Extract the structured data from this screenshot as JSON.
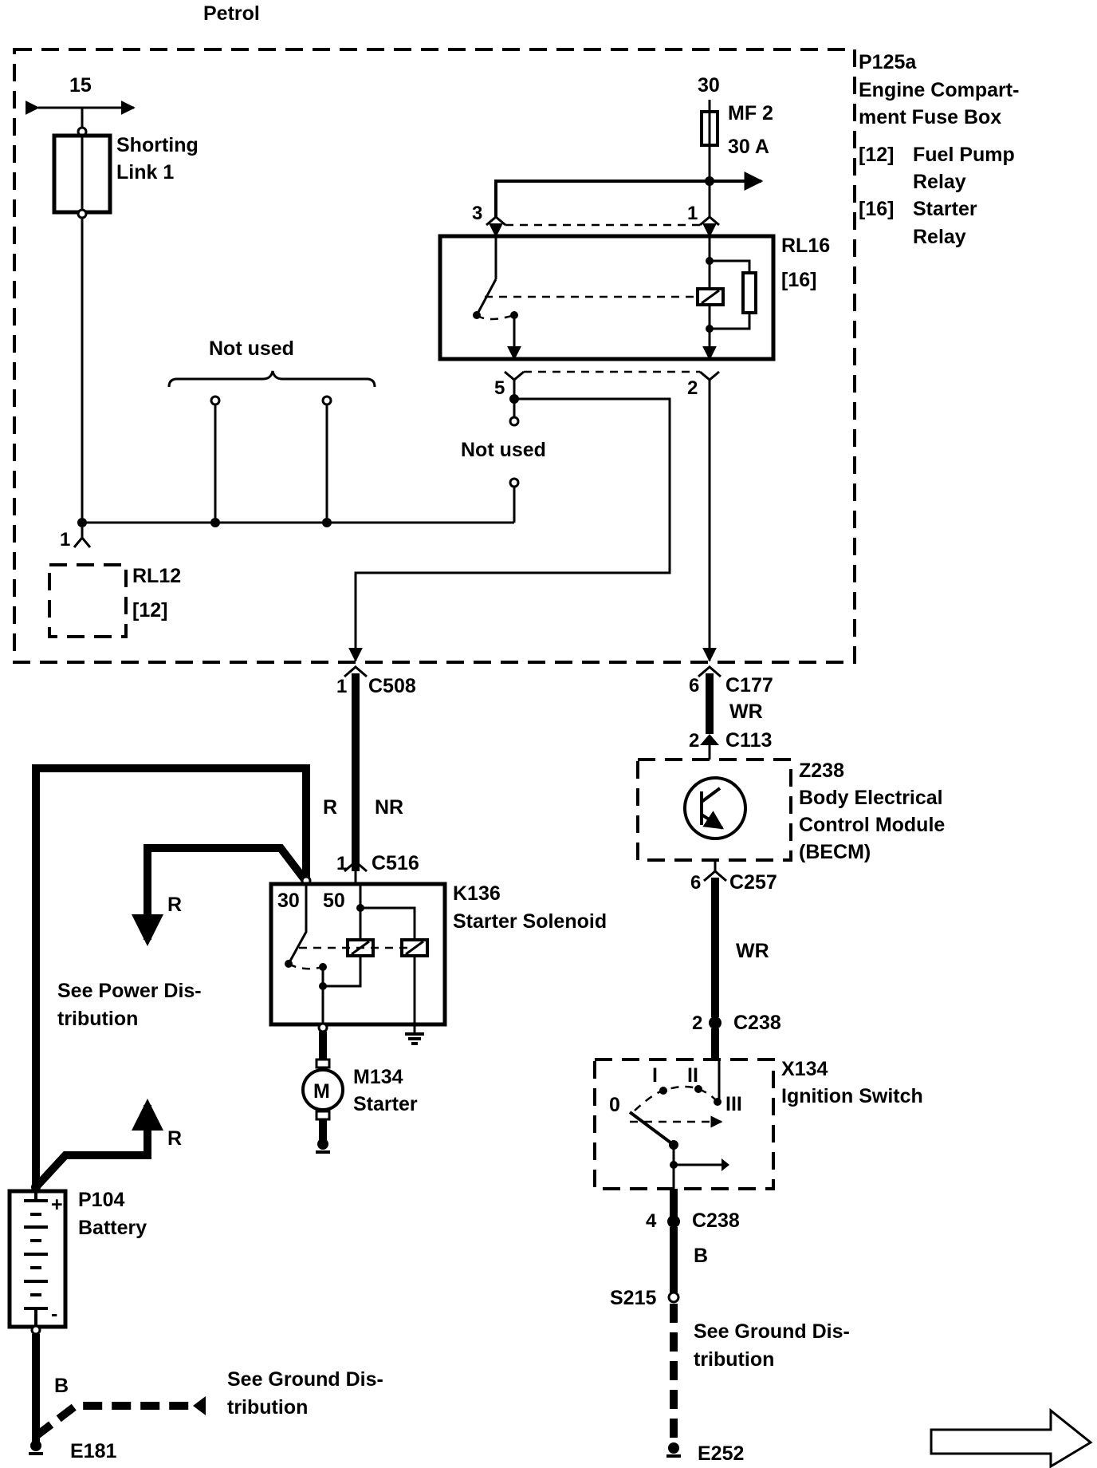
{
  "header": {
    "title": "Petrol"
  },
  "fuse_box": {
    "ref": "P125a",
    "name_line1": "Engine Compart-",
    "name_line2": "ment Fuse Box",
    "legend": [
      {
        "key": "[12]",
        "line1": "Fuel Pump",
        "line2": "Relay"
      },
      {
        "key": "[16]",
        "line1": "Starter",
        "line2": "Relay"
      }
    ]
  },
  "terminal_15": "15",
  "terminal_30": "30",
  "shorting_link": {
    "line1": "Shorting",
    "line2": "Link 1"
  },
  "fuse": {
    "name": "MF 2",
    "rating": "30 A"
  },
  "rl16": {
    "name": "RL16",
    "tag": "[16]",
    "pin3": "3",
    "pin1": "1",
    "pin5": "5",
    "pin2": "2"
  },
  "rl12": {
    "name": "RL12",
    "tag": "[12]",
    "pin1": "1"
  },
  "not_used_1": "Not used",
  "not_used_2": "Not used",
  "connectors": {
    "c508": {
      "pin": "1",
      "name": "C508"
    },
    "c177": {
      "pin": "6",
      "name": "C177"
    },
    "c113": {
      "pin": "2",
      "name": "C113"
    },
    "c516": {
      "pin": "1",
      "name": "C516"
    },
    "c257": {
      "pin": "6",
      "name": "C257"
    },
    "c238a": {
      "pin": "2",
      "name": "C238"
    },
    "c238b": {
      "pin": "4",
      "name": "C238"
    }
  },
  "wires": {
    "wr1": "WR",
    "wr2": "WR",
    "nr": "NR",
    "r1": "R",
    "r2": "R",
    "r3": "R",
    "b1": "B",
    "b2": "B"
  },
  "becm": {
    "ref": "Z238",
    "line1": "Body Electrical",
    "line2": "Control Module",
    "line3": "(BECM)"
  },
  "solenoid": {
    "ref": "K136",
    "name": "Starter Solenoid",
    "pin30": "30",
    "pin50": "50"
  },
  "starter": {
    "ref": "M134",
    "name": "Starter",
    "symbol": "M"
  },
  "battery": {
    "ref": "P104",
    "name": "Battery",
    "plus": "+",
    "minus": "-"
  },
  "ignition": {
    "ref": "X134",
    "name": "Ignition Switch",
    "pos0": "0",
    "pos1": "I",
    "pos2": "II",
    "pos3": "III"
  },
  "power_dist": {
    "line1": "See Power Dis-",
    "line2": "tribution"
  },
  "ground_dist_left": {
    "line1": "See Ground Dis-",
    "line2": "tribution"
  },
  "ground_dist_right": {
    "line1": "See Ground Dis-",
    "line2": "tribution"
  },
  "grounds": {
    "e181": "E181",
    "e252": "E252",
    "s215": "S215"
  },
  "next_page_icon": "arrow-right-outline-icon"
}
